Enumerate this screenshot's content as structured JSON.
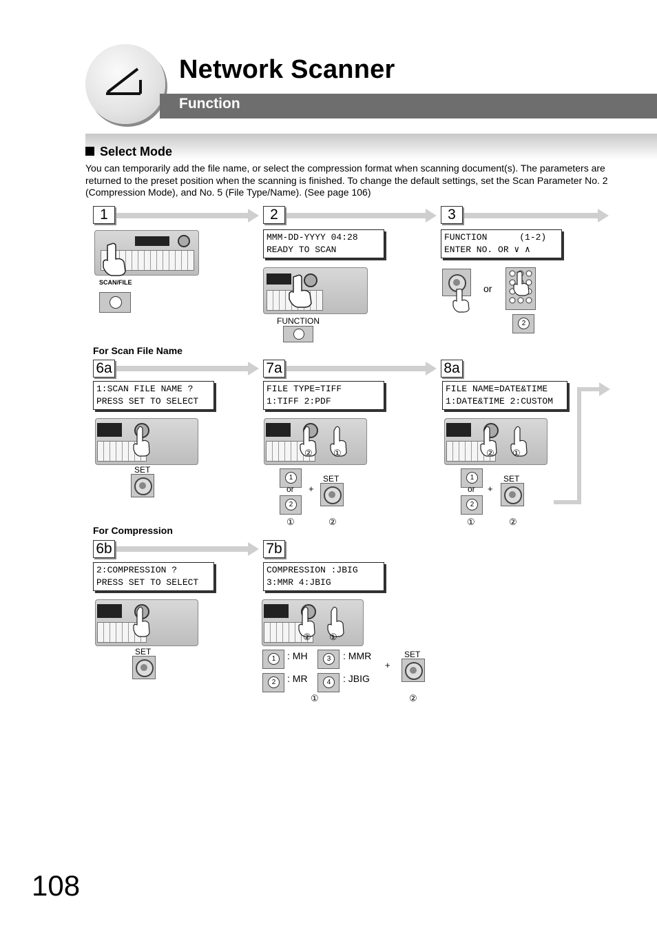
{
  "header": {
    "chapter_title": "Network Scanner",
    "subtitle": "Function",
    "icon": "scanner-icon"
  },
  "section": {
    "title": "Select Mode",
    "intro": "You can temporarily add the file name, or select the compression format when scanning document(s). The parameters are returned to the preset position when the scanning is finished. To change the default settings, set the Scan Parameter No. 2 (Compression Mode), and No. 5 (File Type/Name). (See page 106)"
  },
  "steps": {
    "s1": {
      "num": "1",
      "button_label": "SCAN/FILE"
    },
    "s2": {
      "num": "2",
      "lcd_line1": "MMM-DD-YYYY 04:28",
      "lcd_line2": "READY TO SCAN",
      "button_label": "FUNCTION"
    },
    "s3": {
      "num": "3",
      "lcd_line1": "FUNCTION      (1-2)",
      "lcd_line2": "ENTER NO. OR ∨ ∧",
      "or": "or",
      "key": "2"
    }
  },
  "scan_file_name": {
    "heading": "For Scan File Name",
    "s6a": {
      "num": "6a",
      "lcd_line1": "1:SCAN FILE NAME ?",
      "lcd_line2": "PRESS SET TO SELECT",
      "button_label": "SET"
    },
    "s7a": {
      "num": "7a",
      "lcd_line1": "FILE TYPE=TIFF",
      "lcd_line2": "1:TIFF 2:PDF",
      "key1": "1",
      "or": "or",
      "key2": "2",
      "plus": "+",
      "set_label": "SET",
      "mark1": "①",
      "mark2": "②"
    },
    "s8a": {
      "num": "8a",
      "lcd_line1": "FILE NAME=DATE&TIME",
      "lcd_line2": "1:DATE&TIME 2:CUSTOM",
      "key1": "1",
      "or": "or",
      "key2": "2",
      "plus": "+",
      "set_label": "SET",
      "mark1": "①",
      "mark2": "②"
    }
  },
  "compression": {
    "heading": "For Compression",
    "s6b": {
      "num": "6b",
      "lcd_line1": "2:COMPRESSION ?",
      "lcd_line2": "PRESS SET TO SELECT",
      "button_label": "SET"
    },
    "s7b": {
      "num": "7b",
      "lcd_line1": "COMPRESSION :JBIG",
      "lcd_line2": "3:MMR 4:JBIG",
      "opt1_key": "1",
      "opt1_label": ": MH",
      "opt2_key": "2",
      "opt2_label": ": MR",
      "opt3_key": "3",
      "opt3_label": ": MMR",
      "opt4_key": "4",
      "opt4_label": ": JBIG",
      "plus": "+",
      "set_label": "SET",
      "mark1": "①",
      "mark2": "②"
    }
  },
  "overlay_marks": {
    "m1": "①",
    "m2": "②"
  },
  "page_number": "108"
}
